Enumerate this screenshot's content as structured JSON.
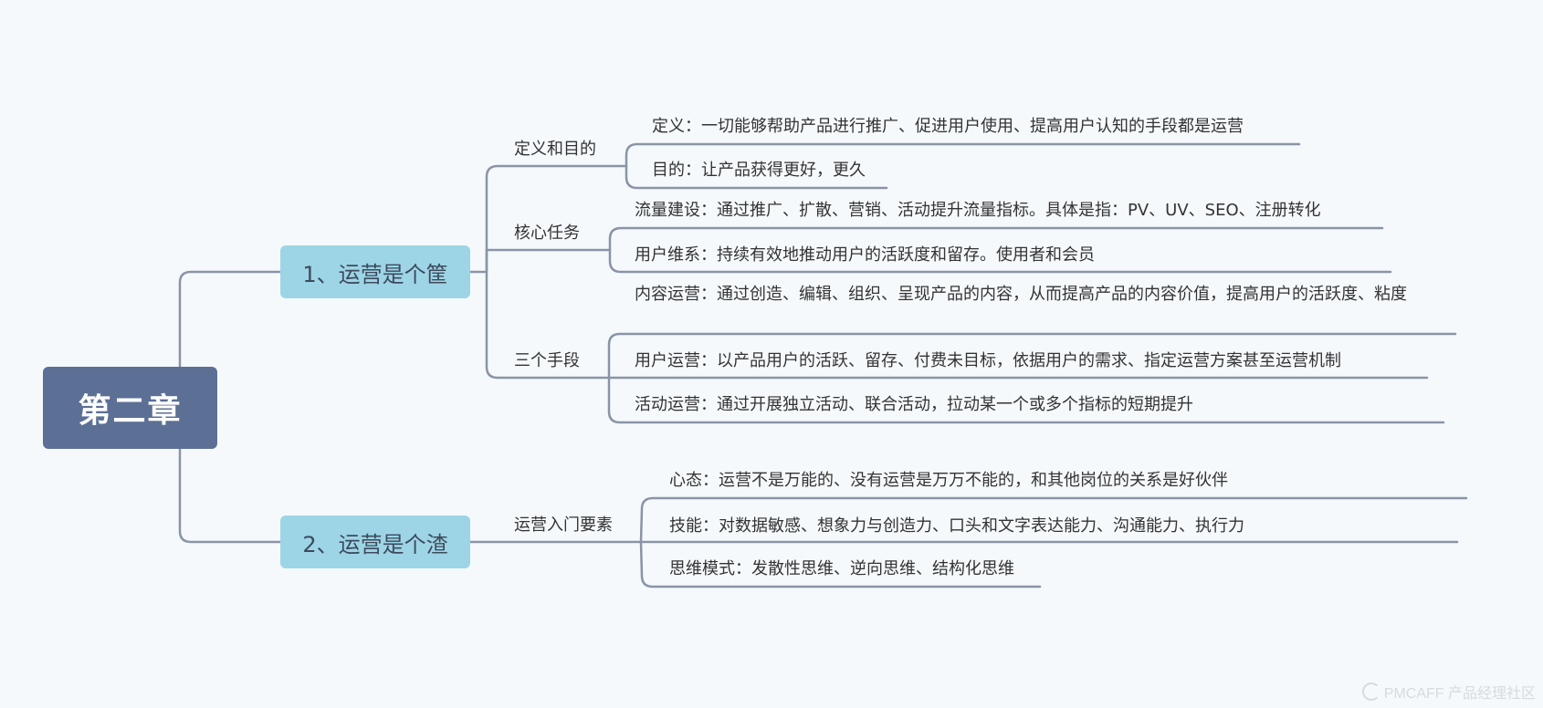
{
  "root": {
    "label": "第二章"
  },
  "branches": [
    {
      "label": "1、运营是个筐",
      "subs": [
        {
          "label": "定义和目的",
          "leaves": [
            "定义：一切能够帮助产品进行推广、促进用户使用、提高用户认知的手段都是运营",
            "目的：让产品获得更好，更久"
          ]
        },
        {
          "label": "核心任务",
          "leaves": [
            "流量建设：通过推广、扩散、营销、活动提升流量指标。具体是指：PV、UV、SEO、注册转化",
            "用户维系：持续有效地推动用户的活跃度和留存。使用者和会员"
          ]
        },
        {
          "label": "三个手段",
          "leaves": [
            "内容运营：通过创造、编辑、组织、呈现产品的内容，从而提高产品的内容价值，提高用户的活跃度、粘度",
            "用户运营：以产品用户的活跃、留存、付费未目标，依据用户的需求、指定运营方案甚至运营机制",
            "活动运营：通过开展独立活动、联合活动，拉动某一个或多个指标的短期提升"
          ]
        }
      ]
    },
    {
      "label": "2、运营是个渣",
      "subs": [
        {
          "label": "运营入门要素",
          "leaves": [
            "心态：运营不是万能的、没有运营是万万不能的，和其他岗位的关系是好伙伴",
            "技能：对数据敏感、想象力与创造力、口头和文字表达能力、沟通能力、执行力",
            "思维模式：发散性思维、逆向思维、结构化思维"
          ]
        }
      ]
    }
  ],
  "watermark": "PMCAFF 产品经理社区",
  "colors": {
    "root": "#5c7096",
    "branch": "#9dd5e6",
    "line": "#8a94a6",
    "background": "#f5f9fc"
  }
}
